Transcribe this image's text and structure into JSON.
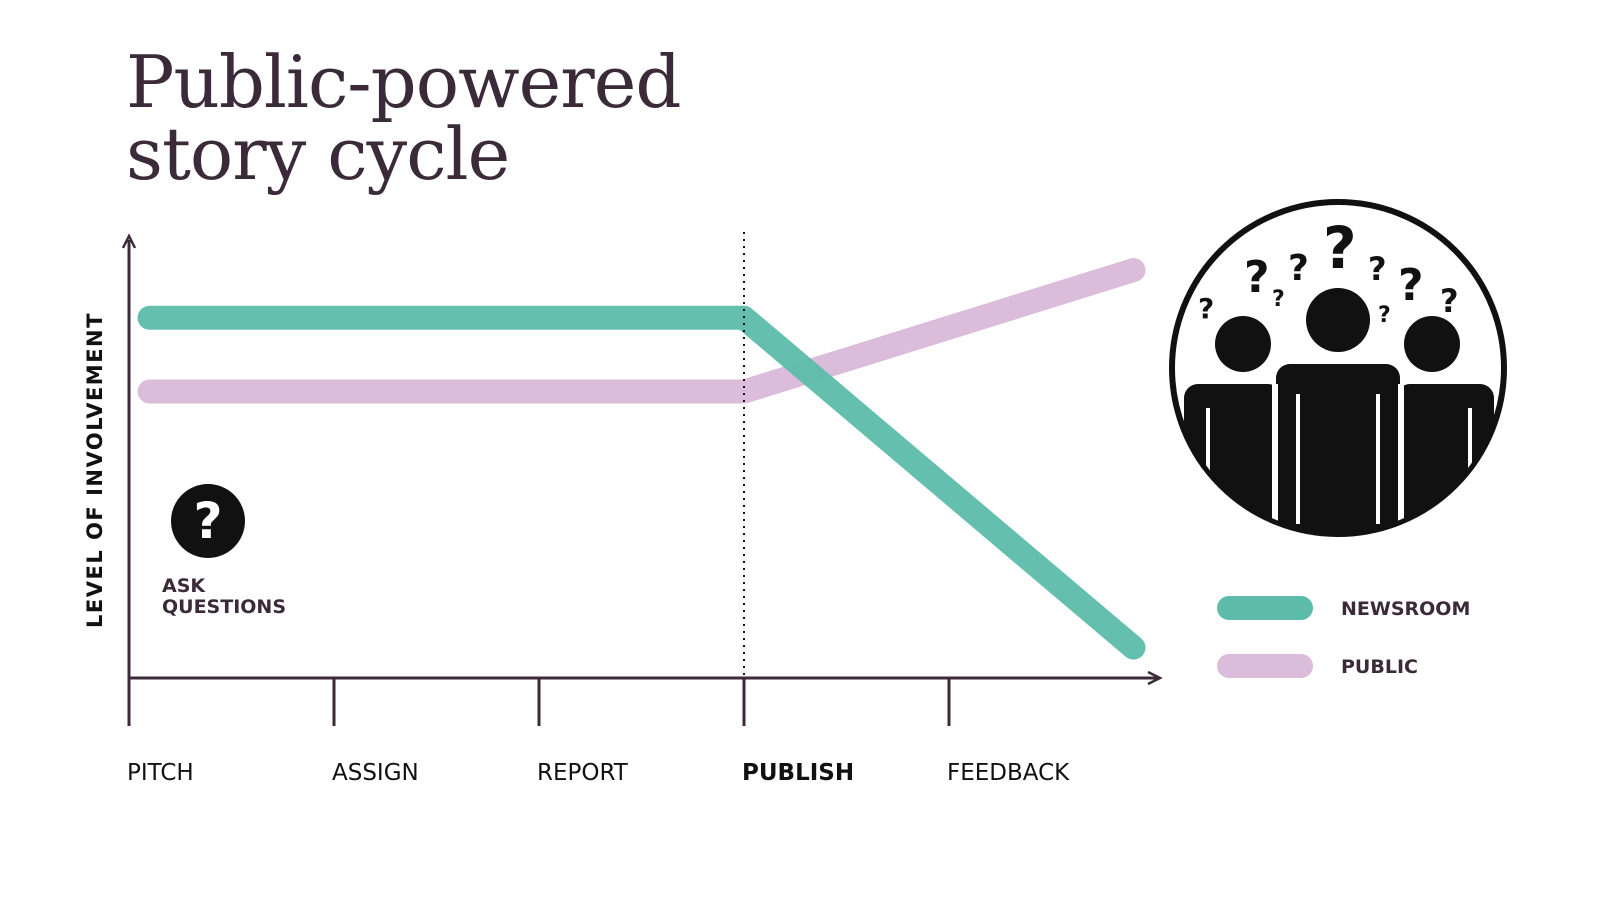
{
  "chart_data": {
    "type": "line",
    "title": [
      "Public-powered",
      "story cycle"
    ],
    "ylabel": "LEVEL OF INVOLVEMENT",
    "categories": [
      "PITCH",
      "ASSIGN",
      "REPORT",
      "PUBLISH",
      "FEEDBACK"
    ],
    "highlight_category": "PUBLISH",
    "x_range": [
      0,
      4.9
    ],
    "y_range": [
      0,
      100
    ],
    "divider_at": 3,
    "series": [
      {
        "name": "NEWSROOM",
        "color": "#5dbcaa",
        "x": [
          0.1,
          3,
          4.9
        ],
        "y": [
          83,
          83,
          7
        ]
      },
      {
        "name": "PUBLIC",
        "color": "#dbbcda",
        "x": [
          0.1,
          3,
          4.9
        ],
        "y": [
          66,
          66,
          94
        ]
      }
    ],
    "annotation": {
      "lines": [
        "ASK",
        "QUESTIONS"
      ],
      "icon": "question-icon"
    },
    "legend_position": "right"
  },
  "icons": {
    "crowd": "crowd-question-icon",
    "question": "question-icon"
  },
  "colors": {
    "text": "#3b2a3a",
    "axis": "#3b2a3a",
    "newsroom": "#5dbcaa",
    "public": "#dbbcda"
  }
}
